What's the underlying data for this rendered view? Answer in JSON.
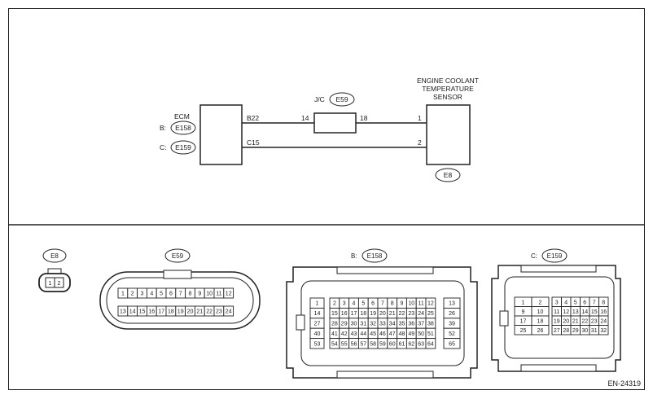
{
  "wiring": {
    "ecm_label": "ECM",
    "ecm_b_prefix": "B:",
    "ecm_b_connector": "E158",
    "ecm_c_prefix": "C:",
    "ecm_c_connector": "E159",
    "wire1_terminal_ecm": "B22",
    "wire2_terminal_ecm": "C15",
    "jc_label": "J/C",
    "jc_connector": "E59",
    "jc_pin_left": "14",
    "jc_pin_right": "18",
    "sensor_line1": "ENGINE COOLANT",
    "sensor_line2": "TEMPERATURE",
    "sensor_line3": "SENSOR",
    "sensor_pin1": "1",
    "sensor_pin2": "2",
    "sensor_connector": "E8"
  },
  "connectors": {
    "e8": {
      "label": "E8",
      "pins": [
        "1",
        "2"
      ]
    },
    "e59": {
      "label": "E59",
      "row1": [
        "1",
        "2",
        "3",
        "4",
        "5",
        "6",
        "7",
        "8",
        "9",
        "10",
        "11",
        "12"
      ],
      "row2": [
        "13",
        "14",
        "15",
        "16",
        "17",
        "18",
        "19",
        "20",
        "21",
        "22",
        "23",
        "24"
      ]
    },
    "e158": {
      "prefix": "B:",
      "label": "E158",
      "left_col": [
        "1",
        "14",
        "27",
        "40",
        "53"
      ],
      "grid": [
        [
          "2",
          "3",
          "4",
          "5",
          "6",
          "7",
          "8",
          "9",
          "10",
          "11",
          "12"
        ],
        [
          "15",
          "16",
          "17",
          "18",
          "19",
          "20",
          "21",
          "22",
          "23",
          "24",
          "25"
        ],
        [
          "28",
          "29",
          "30",
          "31",
          "32",
          "33",
          "34",
          "35",
          "36",
          "37",
          "38"
        ],
        [
          "41",
          "42",
          "43",
          "44",
          "45",
          "46",
          "47",
          "48",
          "49",
          "50",
          "51"
        ],
        [
          "54",
          "55",
          "56",
          "57",
          "58",
          "59",
          "60",
          "61",
          "62",
          "63",
          "64"
        ]
      ],
      "right_col": [
        "13",
        "26",
        "39",
        "52",
        "65"
      ]
    },
    "e159": {
      "prefix": "C:",
      "label": "E159",
      "left_grid": [
        [
          "1",
          "2"
        ],
        [
          "9",
          "10"
        ],
        [
          "17",
          "18"
        ],
        [
          "25",
          "26"
        ]
      ],
      "right_grid": [
        [
          "3",
          "4",
          "5",
          "6",
          "7",
          "8"
        ],
        [
          "11",
          "12",
          "13",
          "14",
          "15",
          "16"
        ],
        [
          "19",
          "20",
          "21",
          "22",
          "23",
          "24"
        ],
        [
          "27",
          "28",
          "29",
          "30",
          "31",
          "32"
        ]
      ]
    }
  },
  "figure_code": "EN-24319"
}
